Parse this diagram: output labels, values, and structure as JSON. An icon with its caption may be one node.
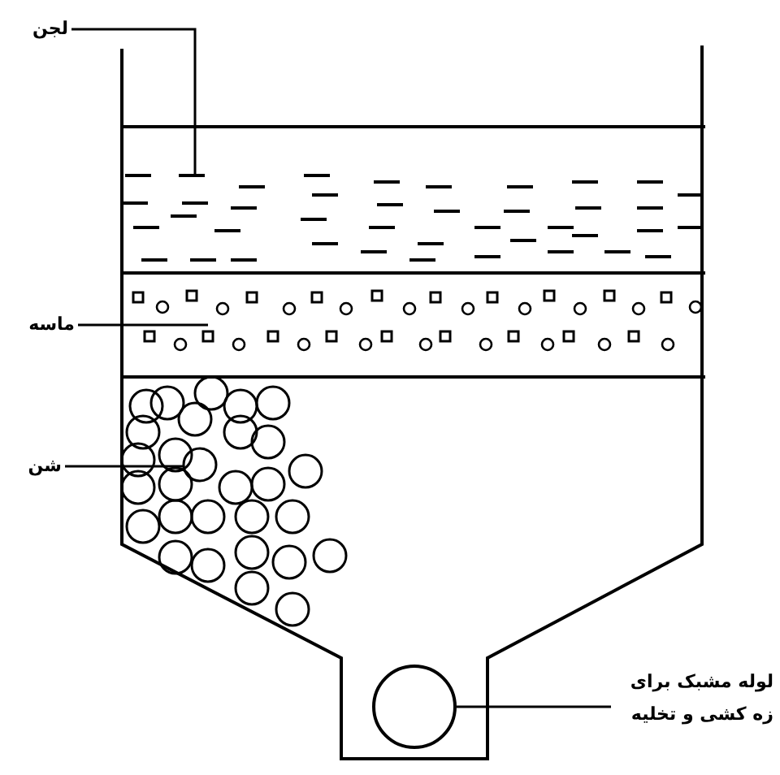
{
  "diagram": {
    "nodes": [
      {
        "text": [
          "لجن"
        ]
      },
      {
        "text": [],
        "shape": "box"
      },
      {
        "text": [
          "ماسه"
        ]
      },
      {
        "text": [],
        "shape": "box"
      },
      {
        "text": [
          "شن"
        ]
      },
      {
        "text": [],
        "shape": "picture"
      },
      {
        "text": [],
        "shape": "circle"
      },
      {
        "text": [
          "لوله مشبک برای زه کشی و تخلیه"
        ]
      }
    ],
    "edges": [
      {
        "from": 0,
        "to": 1,
        "arrow": "none"
      },
      {
        "from": 2,
        "to": 3,
        "arrow": "none"
      },
      {
        "from": 4,
        "to": 5,
        "arrow": "none"
      },
      {
        "from": 7,
        "to": 6,
        "arrow": "none"
      }
    ]
  }
}
